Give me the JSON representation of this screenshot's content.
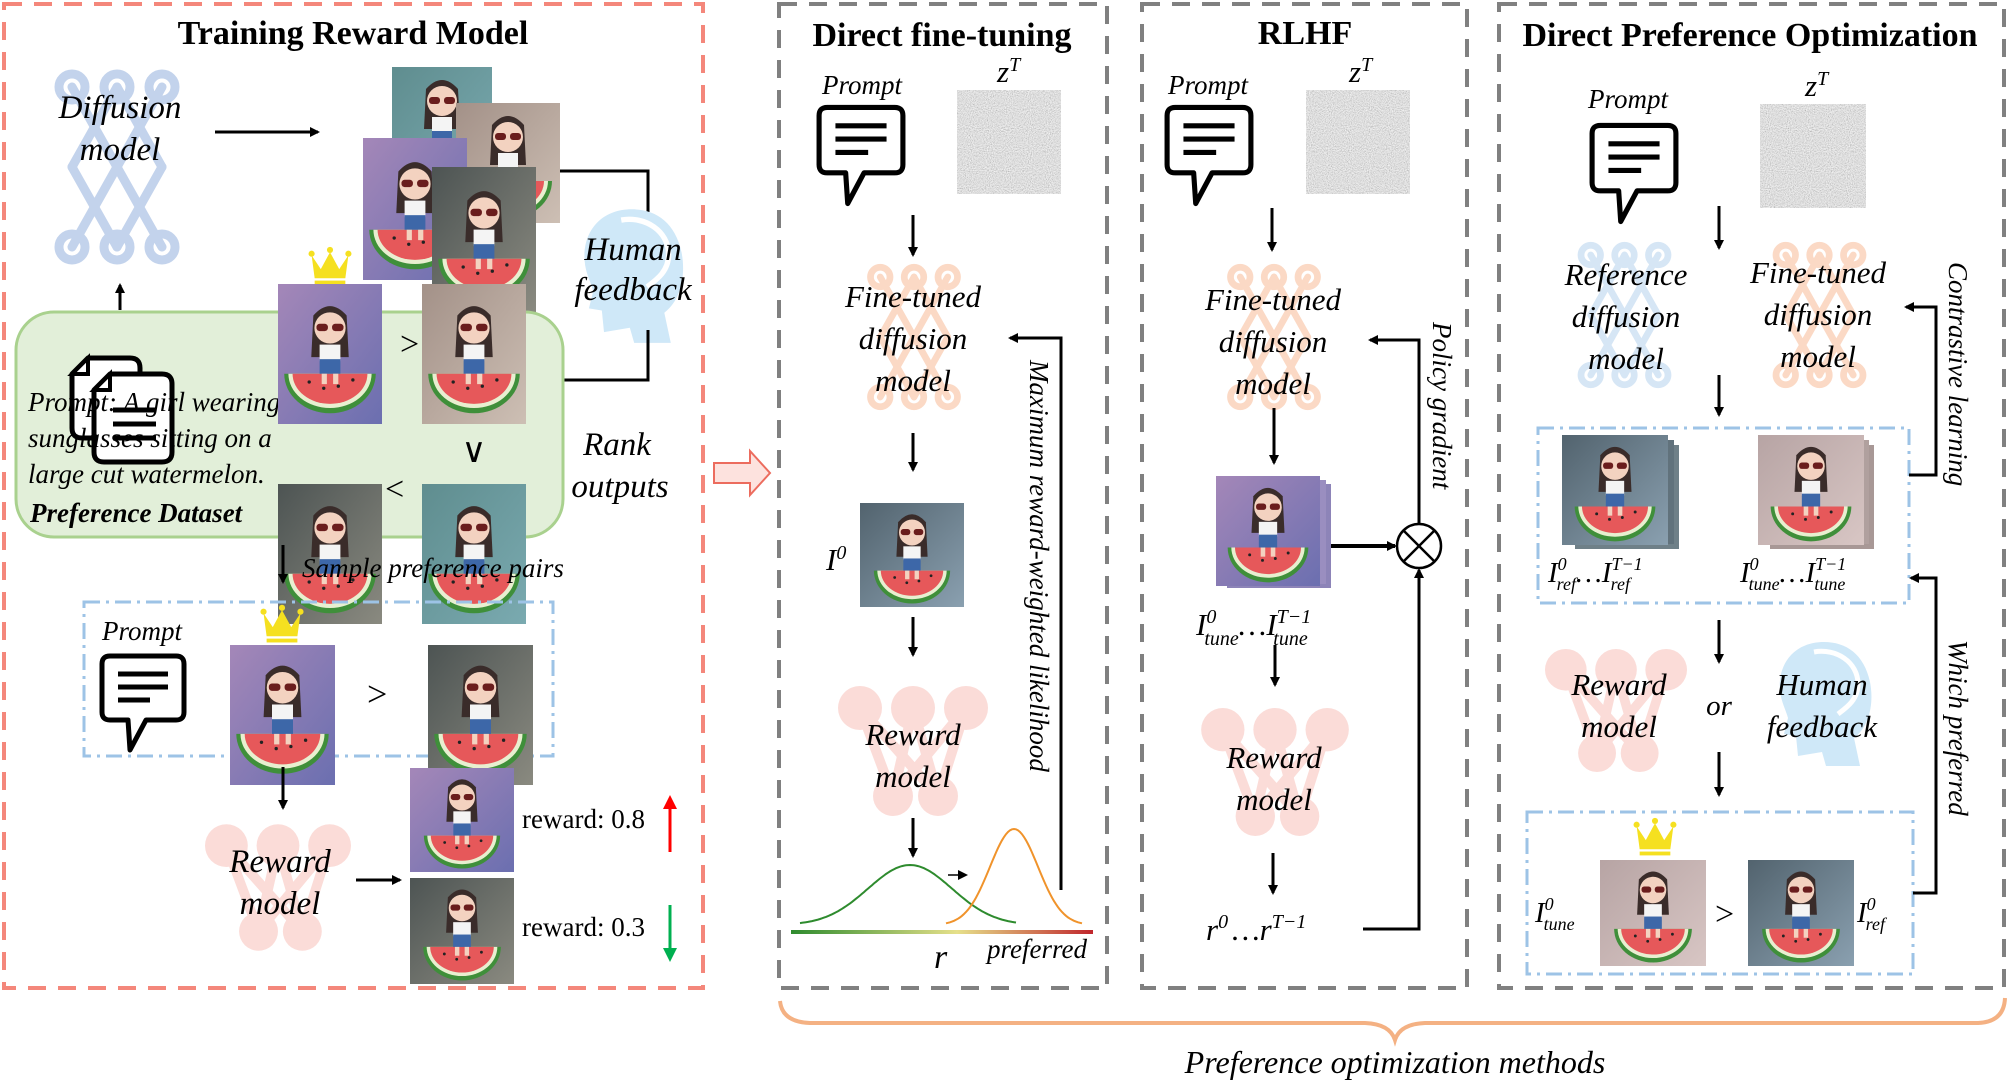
{
  "colors": {
    "training_border": "#f4877b",
    "method_border": "#808080",
    "dataset_box_fill": "#e2efd9",
    "dataset_box_stroke": "#a9d18e",
    "pair_box_stroke": "#9dc3e6",
    "crown": "#f5e020",
    "diffusion_icon_ref": "#c7d7ee",
    "diffusion_icon_tuned": "#fbd9c5",
    "reward_icon": "#fbdcd8",
    "human_head": "#cfe8f8",
    "brace": "#f4b183",
    "reward_up_arrow": "#ff0000",
    "reward_down_arrow": "#00b050",
    "curve_green": "#2e8b2e",
    "curve_orange": "#f0932b",
    "transfer_arrow_fill": "#fde2de",
    "transfer_arrow_stroke": "#ec6c5e"
  },
  "training": {
    "title": "Training Reward Model",
    "diffusion_model": [
      "Diffusion",
      "model"
    ],
    "human_feedback": [
      "Human",
      "feedback"
    ],
    "rank_outputs": [
      "Rank",
      "outputs"
    ],
    "prompt_text": [
      "Prompt: A girl wearing",
      "sunglasses sitting on a",
      "large cut watermelon."
    ],
    "dataset_label": "Preference Dataset",
    "comparisons": [
      ">",
      "∨",
      "<"
    ],
    "sample_pairs": "Sample preference pairs",
    "pair_prompt": "Prompt",
    "pair_gt": ">",
    "reward_model": [
      "Reward",
      "model"
    ],
    "rewards": [
      {
        "label": "reward: 0.8",
        "direction": "up"
      },
      {
        "label": "reward: 0.3",
        "direction": "down"
      }
    ]
  },
  "direct_finetuning": {
    "title": "Direct fine-tuning",
    "prompt": "Prompt",
    "noise_label": "z",
    "noise_sup": "T",
    "model": [
      "Fine-tuned",
      "diffusion",
      "model"
    ],
    "image_label": "I",
    "image_sup": "0",
    "reward_model": [
      "Reward",
      "model"
    ],
    "feedback_label": "Maximum reward-weighted likelihood",
    "axis_label": "r",
    "preferred_label": "preferred"
  },
  "rlhf": {
    "title": "RLHF",
    "prompt": "Prompt",
    "noise_label": "z",
    "noise_sup": "T",
    "model": [
      "Fine-tuned",
      "diffusion",
      "model"
    ],
    "images_label": {
      "first": "I",
      "first_sup": "0",
      "first_sub": "tune",
      "dots": "…",
      "last": "I",
      "last_sup": "T−1",
      "last_sub": "tune"
    },
    "reward_model": [
      "Reward",
      "model"
    ],
    "rewards_label": {
      "first": "r",
      "first_sup": "0",
      "dots": "…",
      "last": "r",
      "last_sup": "T−1"
    },
    "feedback_label": "Policy gradient",
    "multiply_symbol": "⊗"
  },
  "dpo": {
    "title": "Direct Preference Optimization",
    "prompt": "Prompt",
    "noise_label": "z",
    "noise_sup": "T",
    "reference_model": [
      "Reference",
      "diffusion",
      "model"
    ],
    "tuned_model": [
      "Fine-tuned",
      "diffusion",
      "model"
    ],
    "ref_images": {
      "first": "I",
      "first_sup": "0",
      "first_sub": "ref",
      "dots": "…",
      "last": "I",
      "last_sup": "T−1",
      "last_sub": "ref"
    },
    "tune_images": {
      "first": "I",
      "first_sup": "0",
      "first_sub": "tune",
      "dots": "…",
      "last": "I",
      "last_sup": "T−1",
      "last_sub": "tune"
    },
    "reward_model": [
      "Reward",
      "model"
    ],
    "or": "or",
    "human_feedback": [
      "Human",
      "feedback"
    ],
    "pair": {
      "left": "I",
      "left_sup": "0",
      "left_sub": "tune",
      "op": ">",
      "right": "I",
      "right_sup": "0",
      "right_sub": "ref"
    },
    "contrastive_label": "Contrastive learning",
    "which_label": "Which preferred"
  },
  "caption": "Preference optimization methods"
}
